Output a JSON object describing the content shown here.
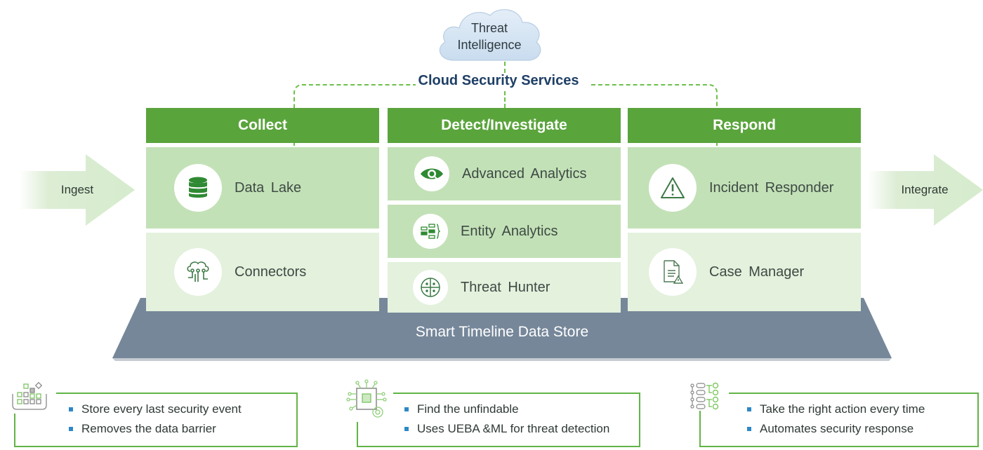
{
  "cloud": {
    "line1": "Threat",
    "line2": "Intelligence",
    "icon": "cloud-icon"
  },
  "cloud_services_title": "Cloud Security Services",
  "arrows": {
    "left": {
      "label": "Ingest",
      "icon": "arrow-right-icon"
    },
    "right": {
      "label": "Integrate",
      "icon": "arrow-right-icon"
    }
  },
  "columns": [
    {
      "header": "Collect",
      "tiles": [
        {
          "label": "Data Lake",
          "icon": "database-icon"
        },
        {
          "label": "Connectors",
          "icon": "cloud-connectors-icon"
        }
      ]
    },
    {
      "header": "Detect/Investigate",
      "tiles": [
        {
          "label": "Advanced  Analytics",
          "icon": "eye-search-icon"
        },
        {
          "label": "Entity Analytics",
          "icon": "entity-blocks-icon"
        },
        {
          "label": "Threat Hunter",
          "icon": "crosshair-icon"
        }
      ]
    },
    {
      "header": "Respond",
      "tiles": [
        {
          "label": "Incident  Responder",
          "icon": "warning-triangle-icon"
        },
        {
          "label": "Case  Manager",
          "icon": "document-alert-icon"
        }
      ]
    }
  ],
  "platform_label": "Smart Timeline Data Store",
  "benefits": [
    {
      "icon": "data-blocks-icon",
      "bullets": [
        "Store every last security event",
        "Removes the data barrier"
      ]
    },
    {
      "icon": "chip-gear-icon",
      "bullets": [
        "Find the unfindable",
        "Uses UEBA &ML for threat detection"
      ]
    },
    {
      "icon": "workflow-icon",
      "bullets": [
        "Take the right action every time",
        "Automates security response"
      ]
    }
  ],
  "colors": {
    "header_green": "#5aa43c",
    "tile_dark": "#c3e1b7",
    "tile_light": "#e3f1dd",
    "platform": "#76879a",
    "title_blue": "#1e3f66",
    "bullet_blue": "#2e87c8"
  }
}
